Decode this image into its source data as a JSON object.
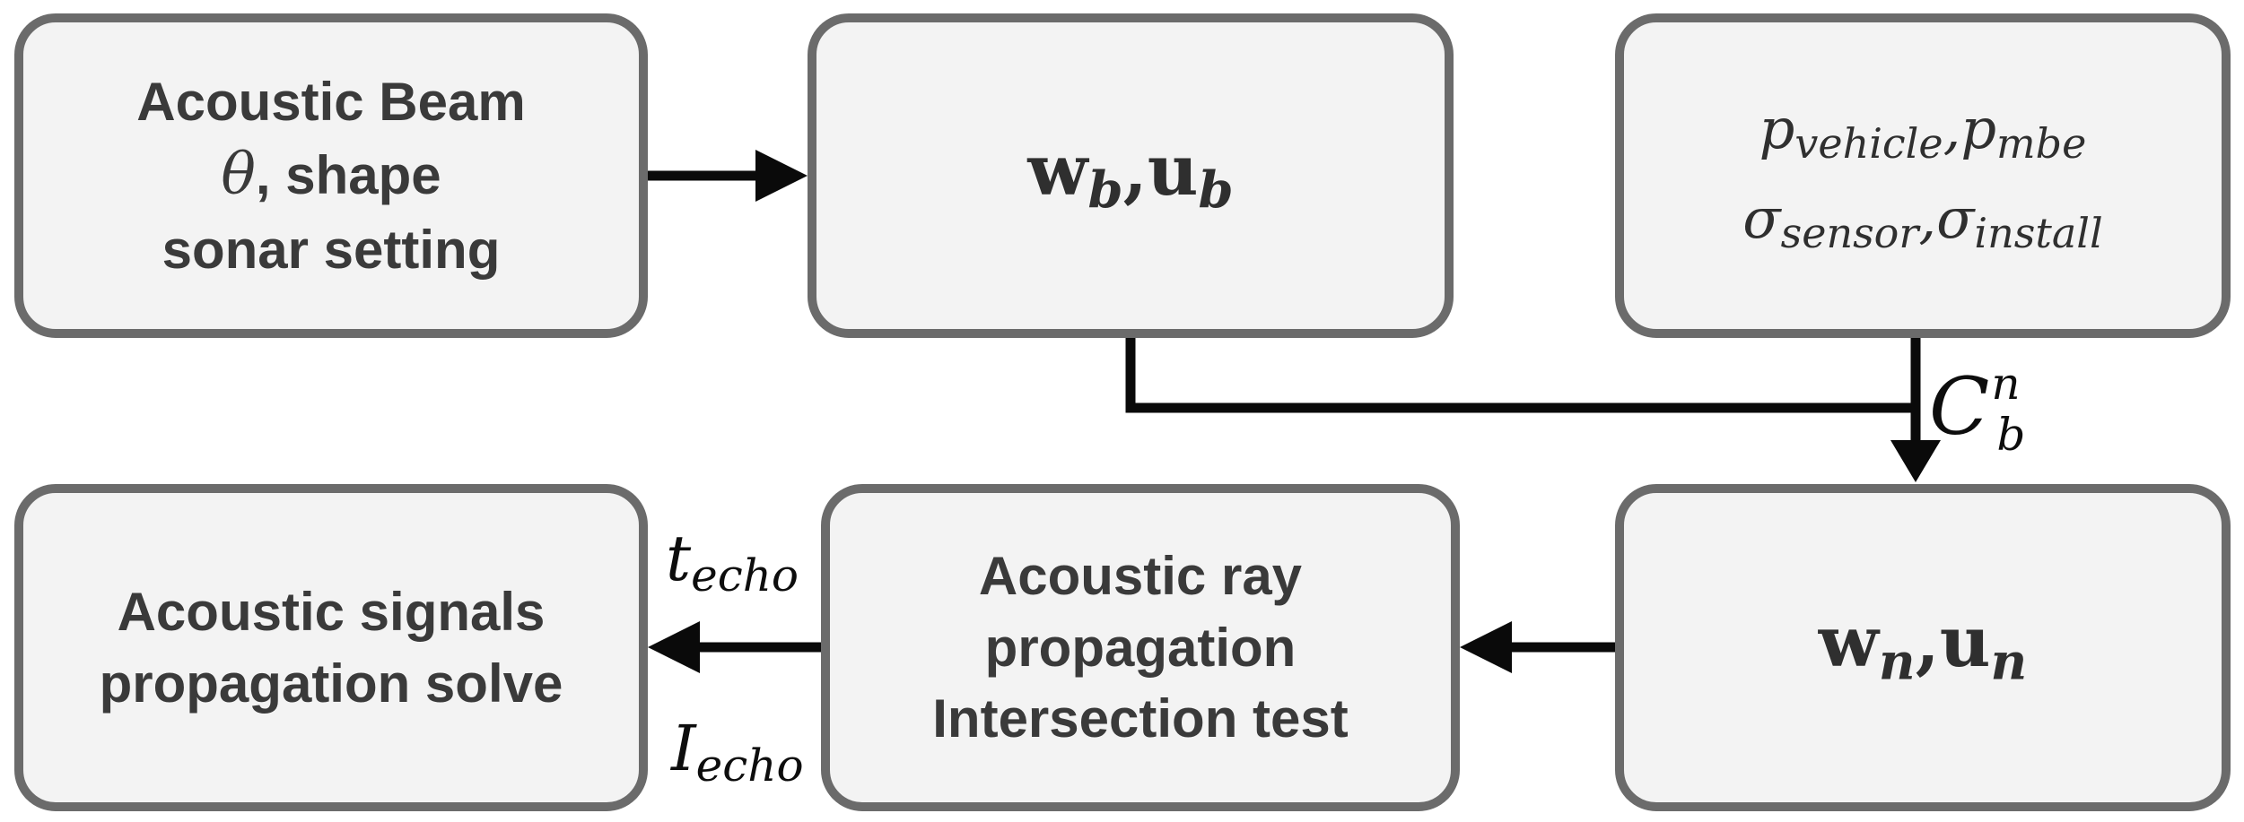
{
  "colors": {
    "background": "#ffffff",
    "box_fill": "#f3f3f3",
    "box_border": "#6b6b6b",
    "box_text": "#3a3a3a",
    "math_text": "#2f2f2f",
    "arrow": "#0a0a0a"
  },
  "boxes": {
    "beam": {
      "line1": "Acoustic Beam",
      "theta": "θ",
      "line2_rest": ", shape",
      "line3": "sonar setting"
    },
    "body_vectors": {
      "w": "w",
      "w_sub": "b",
      "comma": ",",
      "u": "u",
      "u_sub": "b"
    },
    "pose_params": {
      "p1": "p",
      "p1_sub": "vehicle",
      "comma1": ",",
      "p2": "p",
      "p2_sub": "mbe",
      "s1": "σ",
      "s1_sub": "sensor",
      "comma2": ",",
      "s2": "σ",
      "s2_sub": "install"
    },
    "nav_vectors": {
      "w": "w",
      "w_sub": "n",
      "comma": ",",
      "u": "u",
      "u_sub": "n"
    },
    "ray": {
      "line1": "Acoustic ray",
      "line2": "propagation",
      "line3": "Intersection test"
    },
    "signals": {
      "line1": "Acoustic signals",
      "line2": "propagation solve"
    }
  },
  "edge_labels": {
    "rotation": {
      "base": "C",
      "sup": "n",
      "sub": "b"
    },
    "t_echo": {
      "base": "t",
      "sub": "echo"
    },
    "i_echo": {
      "base": "I",
      "sub": "echo"
    }
  }
}
